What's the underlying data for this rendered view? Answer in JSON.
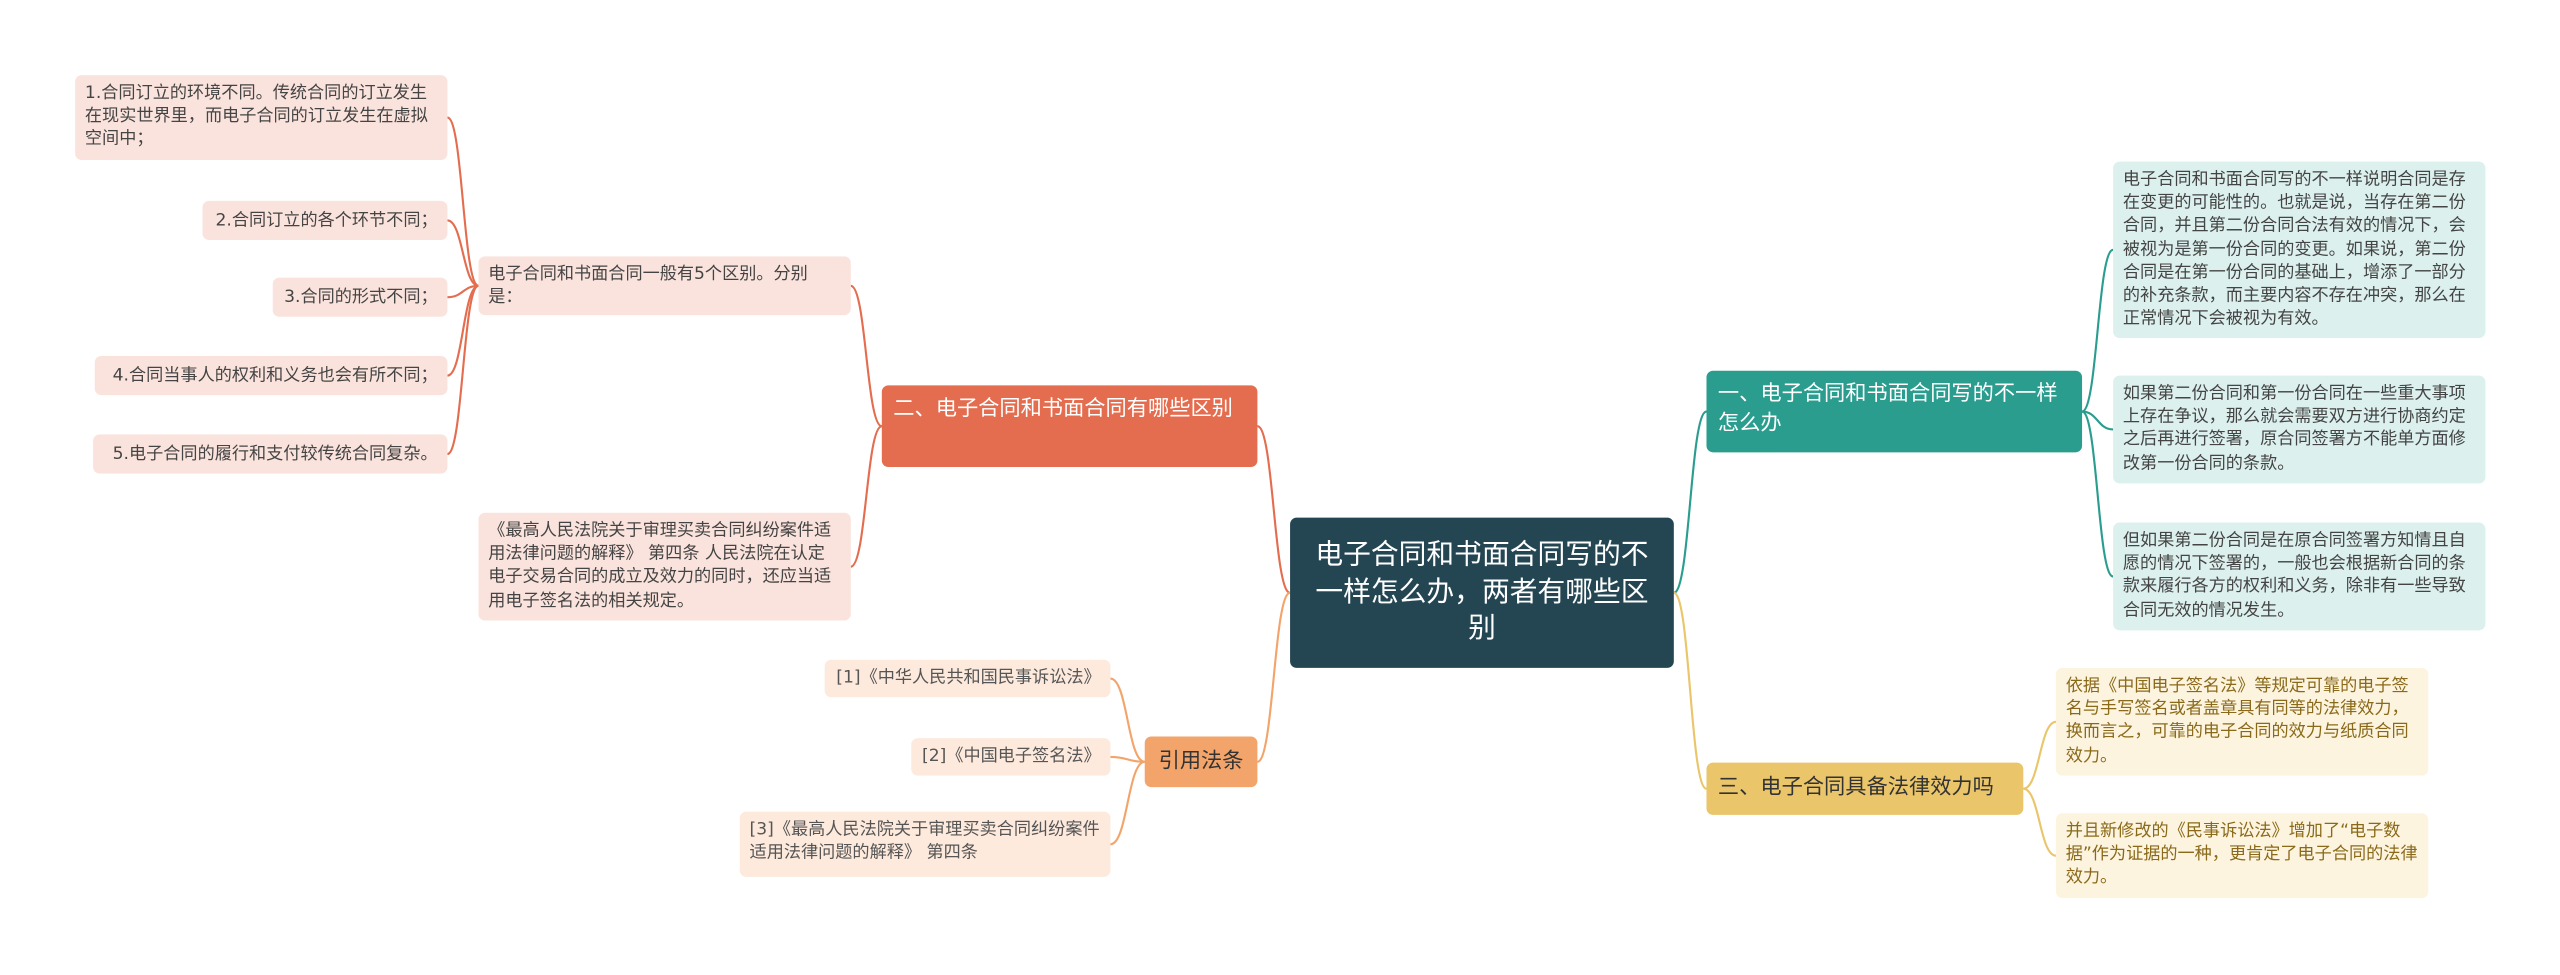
{
  "colors": {
    "root": "#244653",
    "red_branch": "#e46d50",
    "teal_branch": "#2a9d8f",
    "yellow_branch": "#eac56a",
    "orange_branch": "#f2a46a"
  },
  "root": {
    "text": "电子合同和书面合同写的不一样怎么办，两者有哪些区别"
  },
  "branch_differences": {
    "title": "二、电子合同和书面合同有哪些区别",
    "intro": "电子合同和书面合同一般有5个区别。分别是：",
    "items": [
      "1.合同订立的环境不同。传统合同的订立发生在现实世界里，而电子合同的订立发生在虚拟空间中；",
      "2.合同订立的各个环节不同；",
      "3.合同的形式不同；",
      "4.合同当事人的权利和义务也会有所不同；",
      "5.电子合同的履行和支付较传统合同复杂。"
    ],
    "note": "《最高人民法院关于审理买卖合同纠纷案件适用法律问题的解释》 第四条 人民法院在认定电子交易合同的成立及效力的同时，还应当适用电子签名法的相关规定。"
  },
  "branch_citations": {
    "title": "引用法条",
    "items": [
      "[1]《中华人民共和国民事诉讼法》",
      "[2]《中国电子签名法》",
      "[3]《最高人民法院关于审理买卖合同纠纷案件适用法律问题的解释》 第四条"
    ]
  },
  "branch_different_writing": {
    "title": "一、电子合同和书面合同写的不一样怎么办",
    "items": [
      "电子合同和书面合同写的不一样说明合同是存在变更的可能性的。也就是说，当存在第二份合同，并且第二份合同合法有效的情况下，会被视为是第一份合同的变更。如果说，第二份合同是在第一份合同的基础上，增添了一部分的补充条款，而主要内容不存在冲突，那么在正常情况下会被视为有效。",
      "如果第二份合同和第一份合同在一些重大事项上存在争议，那么就会需要双方进行协商约定之后再进行签署，原合同签署方不能单方面修改第一份合同的条款。",
      "但如果第二份合同是在原合同签署方知情且自愿的情况下签署的，一般也会根据新合同的条款来履行各方的权利和义务，除非有一些导致合同无效的情况发生。"
    ]
  },
  "branch_legal_effect": {
    "title": "三、电子合同具备法律效力吗",
    "items": [
      "依据《中国电子签名法》等规定可靠的电子签名与手写签名或者盖章具有同等的法律效力，换而言之，可靠的电子合同的效力与纸质合同效力。",
      "并且新修改的《民事诉讼法》增加了“电子数据”作为证据的一种，更肯定了电子合同的法律效力。"
    ]
  }
}
